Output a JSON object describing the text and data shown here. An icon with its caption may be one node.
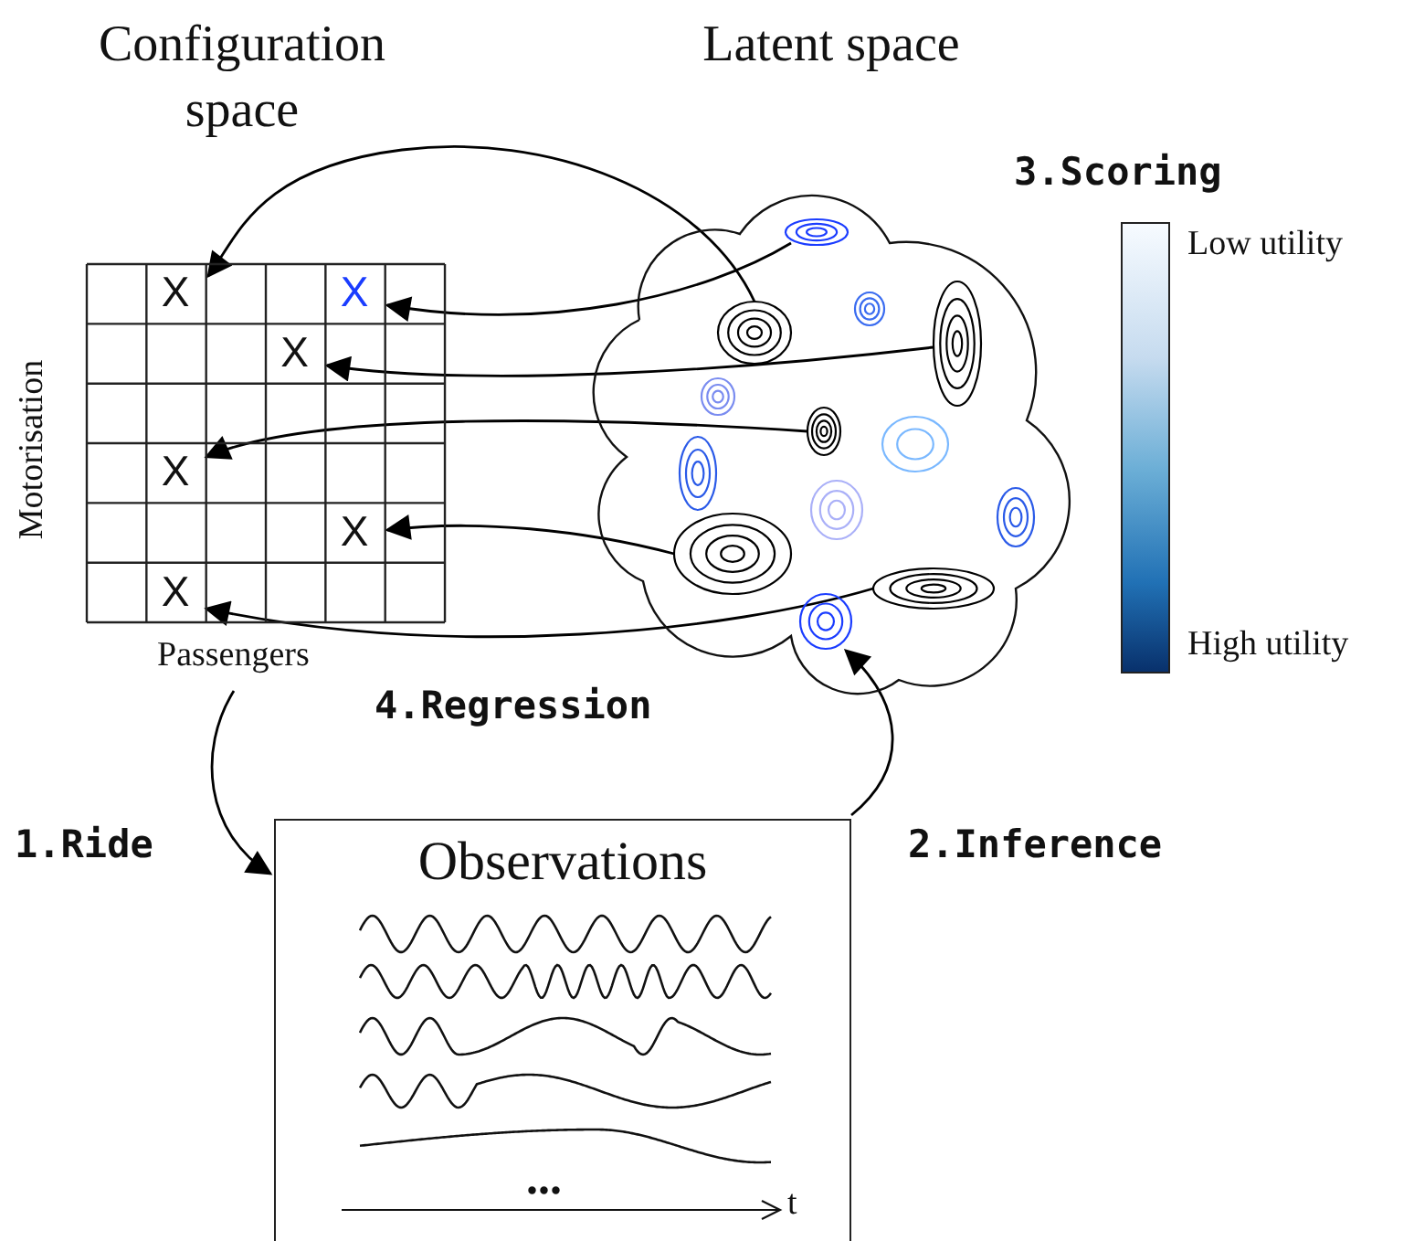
{
  "diagram": {
    "nodes": [
      {
        "text": [
          "Configuration space"
        ],
        "beside": [
          "Motorisation",
          "Passengers"
        ]
      },
      {
        "text": [
          "X"
        ],
        "in": 0
      },
      {
        "text": [
          "X"
        ],
        "in": 0
      },
      {
        "text": [
          "X"
        ],
        "in": 0
      },
      {
        "text": [
          "X"
        ],
        "in": 0
      },
      {
        "text": [
          "X"
        ],
        "in": 0
      },
      {
        "text": [
          "X"
        ],
        "in": 0
      },
      {
        "text": [
          "Latent space"
        ]
      },
      {
        "text": [],
        "shape": "ellipse",
        "in": 7
      },
      {
        "text": [],
        "shape": "ellipse",
        "in": 7
      },
      {
        "text": [],
        "shape": "ellipse",
        "in": 7
      },
      {
        "text": [],
        "shape": "ellipse",
        "in": 7
      },
      {
        "text": [],
        "shape": "ellipse",
        "in": 7
      },
      {
        "text": [],
        "shape": "ellipse",
        "in": 7
      },
      {
        "text": [],
        "shape": "ellipse",
        "in": 7
      },
      {
        "text": [],
        "shape": "ellipse",
        "in": 7
      },
      {
        "text": [],
        "shape": "ellipse",
        "in": 7
      },
      {
        "text": [],
        "shape": "ellipse",
        "in": 7
      },
      {
        "text": [],
        "shape": "ellipse",
        "in": 7
      },
      {
        "text": [],
        "shape": "ellipse",
        "in": 7
      },
      {
        "text": [],
        "shape": "ellipse",
        "in": 7
      },
      {
        "text": [
          "Observations"
        ]
      }
    ],
    "edges": [
      {
        "from": 10,
        "to": 1,
        "arrow": "to"
      },
      {
        "from": 8,
        "to": 2,
        "arrow": "to"
      },
      {
        "from": 11,
        "to": 3,
        "arrow": "to"
      },
      {
        "from": 13,
        "to": 4,
        "arrow": "to"
      },
      {
        "from": 18,
        "to": 5,
        "arrow": "to"
      },
      {
        "from": 19,
        "to": 6,
        "arrow": "to"
      },
      {
        "from": 0,
        "to": 21,
        "arrow": "to",
        "label": "1.Ride"
      },
      {
        "from": 21,
        "to": 20,
        "arrow": "to",
        "label": "2.Inference"
      }
    ],
    "labels": [
      "3.Scoring",
      "Low utility",
      "High utility",
      "4.Regression",
      "...",
      "t"
    ]
  }
}
